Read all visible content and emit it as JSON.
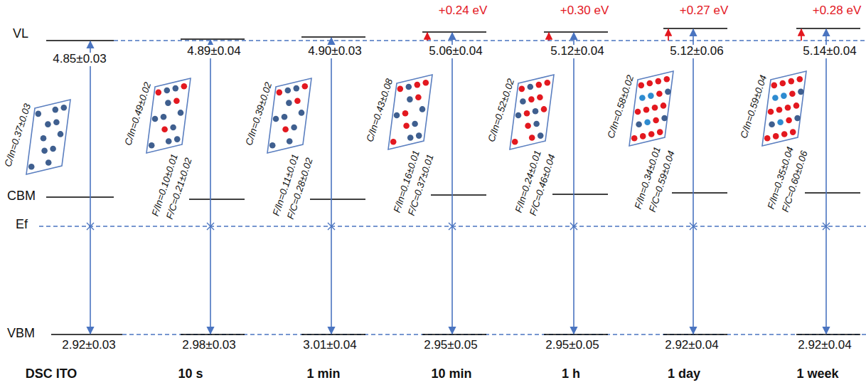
{
  "diagram": {
    "nodes": [
      {
        "text": [
          "C/In=0.37±0.03"
        ]
      },
      {
        "text": [
          "C/In=0.49±0.02",
          "F/In=0.10±0.01",
          "F/C=0.21±0.02"
        ]
      },
      {
        "text": [
          "C/In=0.39±0.02",
          "F/In=0.11±0.01",
          "F/C=0.28±0.02"
        ]
      },
      {
        "text": [
          "C/In=0.43±0.08",
          "F/In=0.16±0.01",
          "F/C=0.37±0.01"
        ]
      },
      {
        "text": [
          "C/In=0.52±0.02",
          "F/In=0.24±0.01",
          "F/C=0.46±0.04"
        ]
      },
      {
        "text": [
          "C/In=0.58±0.02",
          "F/In=0.34±0.01",
          "F/C=0.59±0.04"
        ]
      },
      {
        "text": [
          "C/In=0.59±0.04",
          "F/In=0.35±0.04",
          "F/C=0.60±0.06"
        ]
      }
    ],
    "labels": [
      "VL",
      "CBM",
      "Ef",
      "VBM",
      "+0.24 eV",
      "+0.30 eV",
      "+0.27 eV",
      "+0.28 eV",
      "4.85±0.03",
      "4.89±0.04",
      "4.90±0.03",
      "5.06±0.04",
      "5.12±0.04",
      "5.12±0.06",
      "5.14±0.04",
      "2.92±0.03",
      "2.98±0.03",
      "3.01±0.04",
      "2.95±0.05",
      "2.95±0.05",
      "2.92±0.04",
      "2.92±0.04",
      "DSC ITO",
      "10 s",
      "1 min",
      "10 min",
      "1 h",
      "1 day",
      "1 week"
    ]
  }
}
